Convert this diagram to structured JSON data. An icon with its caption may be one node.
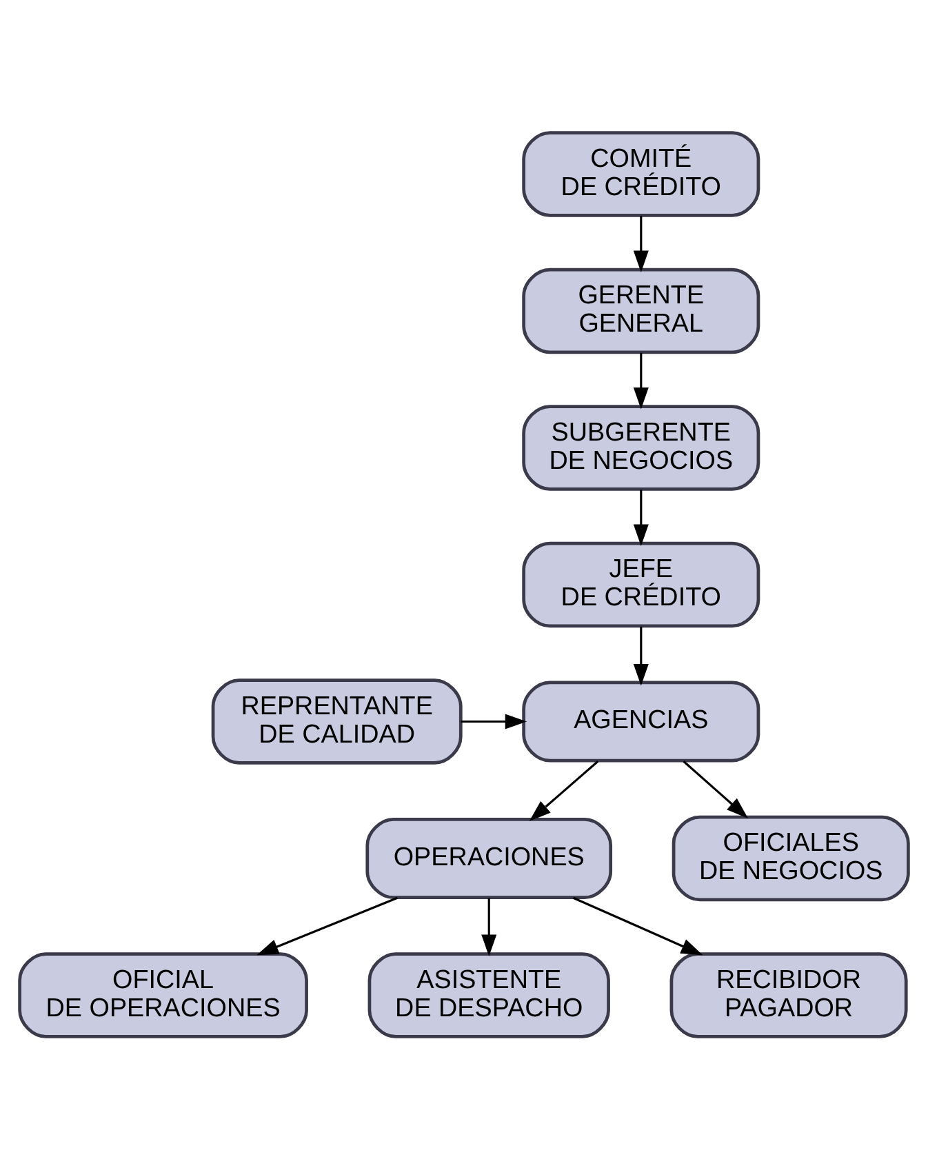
{
  "diagram": {
    "nodes": [
      {
        "text": [
          "COMITÉ DE CRÉDITO"
        ]
      },
      {
        "text": [
          "GERENTE GENERAL"
        ]
      },
      {
        "text": [
          "SUBGERENTE DE NEGOCIOS"
        ]
      },
      {
        "text": [
          "JEFE DE CRÉDITO"
        ]
      },
      {
        "text": [
          "REPRENTANTE DE CALIDAD"
        ]
      },
      {
        "text": [
          "AGENCIAS"
        ]
      },
      {
        "text": [
          "OPERACIONES"
        ]
      },
      {
        "text": [
          "OFICIALES DE NEGOCIOS"
        ]
      },
      {
        "text": [
          "OFICIAL DE OPERACIONES"
        ]
      },
      {
        "text": [
          "ASISTENTE DE DESPACHO"
        ]
      },
      {
        "text": [
          "RECIBIDOR PAGADOR"
        ]
      }
    ],
    "edges": [
      {
        "from": 0,
        "to": 1,
        "arrow": "to"
      },
      {
        "from": 1,
        "to": 2,
        "arrow": "to"
      },
      {
        "from": 2,
        "to": 3,
        "arrow": "to"
      },
      {
        "from": 3,
        "to": 5,
        "arrow": "to"
      },
      {
        "from": 4,
        "to": 5,
        "arrow": "to"
      },
      {
        "from": 5,
        "to": 6,
        "arrow": "to"
      },
      {
        "from": 5,
        "to": 7,
        "arrow": "to"
      },
      {
        "from": 6,
        "to": 8,
        "arrow": "to"
      },
      {
        "from": 6,
        "to": 9,
        "arrow": "to"
      },
      {
        "from": 6,
        "to": 10,
        "arrow": "to"
      }
    ]
  }
}
